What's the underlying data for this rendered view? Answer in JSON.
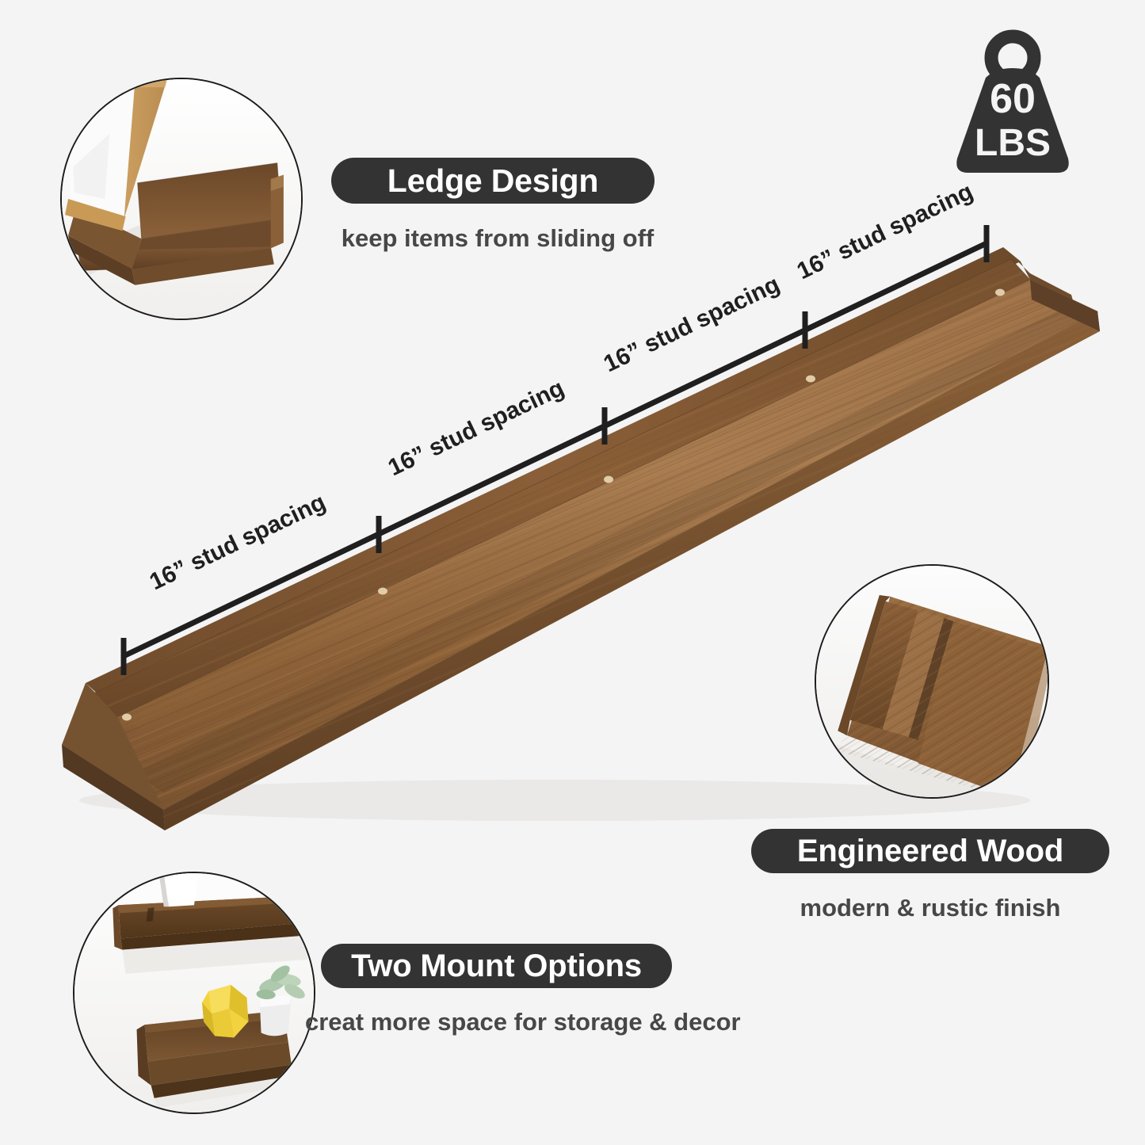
{
  "page": {
    "background_color": "#f4f4f4",
    "pill_color": "#333333",
    "pill_text_color": "#ffffff",
    "subtitle_color": "#474747",
    "outline_color": "#1c1c1c",
    "product": "walnut floating ledge shelf"
  },
  "weight_badge": {
    "icon": "weight-icon",
    "value": "60",
    "unit": "LBS"
  },
  "callouts": [
    {
      "id": "ledge",
      "title": "Ledge Design",
      "subtitle": "keep items from sliding off",
      "inset_icon": "shelf-with-picture-frame-photo"
    },
    {
      "id": "wood",
      "title": "Engineered Wood",
      "subtitle": "modern & rustic finish",
      "inset_icon": "wood-grain-closeup-photo"
    },
    {
      "id": "mount",
      "title": "Two Mount Options",
      "subtitle": "creat more space for storage & decor",
      "inset_icon": "two-shelves-with-decor-photo"
    }
  ],
  "dimension": {
    "segment_label": "16” stud spacing",
    "segments": [
      {
        "label": "16” stud spacing"
      },
      {
        "label": "16” stud spacing"
      },
      {
        "label": "16” stud spacing"
      },
      {
        "label": "16” stud spacing"
      }
    ]
  },
  "wood_colors": {
    "face_light": "#a8794e",
    "face_mid": "#8d6139",
    "lip_dark": "#6a4729",
    "edge_dark": "#5c3d23",
    "screw_hole": "#e6d2b0"
  },
  "decor_colors": {
    "vase_yellow": "#f2d33f",
    "pot_white": "#ededed",
    "succulent_green": "#aec9ad",
    "frame_oak": "#c99a55"
  }
}
